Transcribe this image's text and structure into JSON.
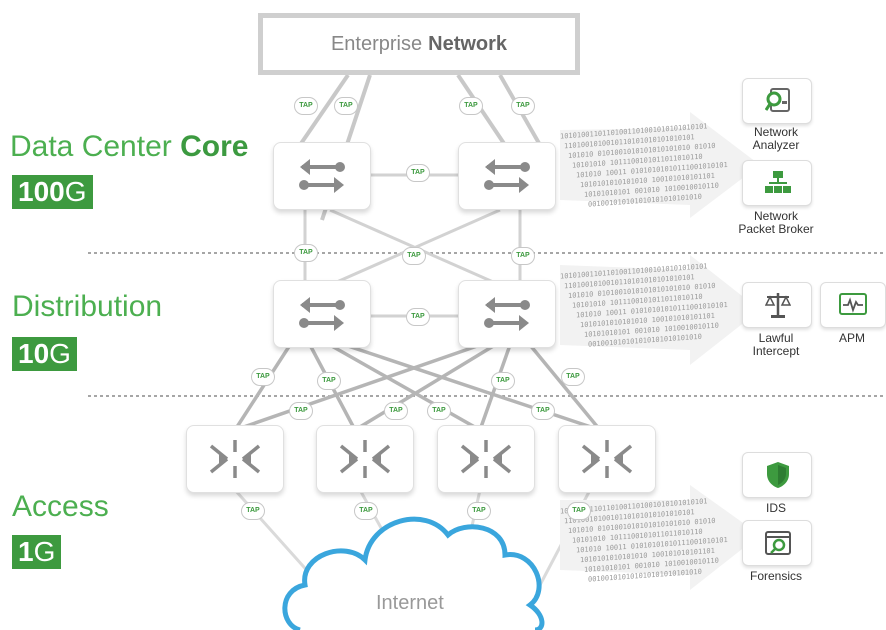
{
  "diagram": {
    "enterprise": {
      "light": "Enterprise",
      "bold": "Network"
    },
    "tiers": [
      {
        "name_light": "Data Center ",
        "name_bold": "Core",
        "speed_num": "100",
        "speed_unit": "G"
      },
      {
        "name_light": "Distribution",
        "name_bold": "",
        "speed_num": "10",
        "speed_unit": "G"
      },
      {
        "name_light": "Access",
        "name_bold": "",
        "speed_num": "1",
        "speed_unit": "G"
      }
    ],
    "tap_label": "TAP",
    "cloud_label": "Internet",
    "tools": [
      {
        "label_line1": "Network",
        "label_line2": "Analyzer",
        "icon": "magnifier-icon"
      },
      {
        "label_line1": "Network",
        "label_line2": "Packet Broker",
        "icon": "hierarchy-icon"
      },
      {
        "label_line1": "Lawful",
        "label_line2": "Intercept",
        "icon": "scales-icon"
      },
      {
        "label_line1": "APM",
        "label_line2": "",
        "icon": "pulse-monitor-icon"
      },
      {
        "label_line1": "IDS",
        "label_line2": "",
        "icon": "shield-icon"
      },
      {
        "label_line1": "Forensics",
        "label_line2": "",
        "icon": "forensics-icon"
      }
    ],
    "binary_lines": [
      "10101001101101001101001010101010101",
      "1101001010010110101010101010101",
      "101010 0101001010101010101010 01010",
      "10101010 1011100101011011010110",
      "101010 10011 01010101010111001010101",
      "1010101010101010 100101010101101",
      "10101010101 001010 1010010010110",
      "001001010101010101010101010"
    ],
    "colors": {
      "green": "#3d9a3f",
      "light_green": "#4caf50",
      "line_gray": "#bdbdbd",
      "cloud_blue": "#3aa6dd"
    }
  }
}
